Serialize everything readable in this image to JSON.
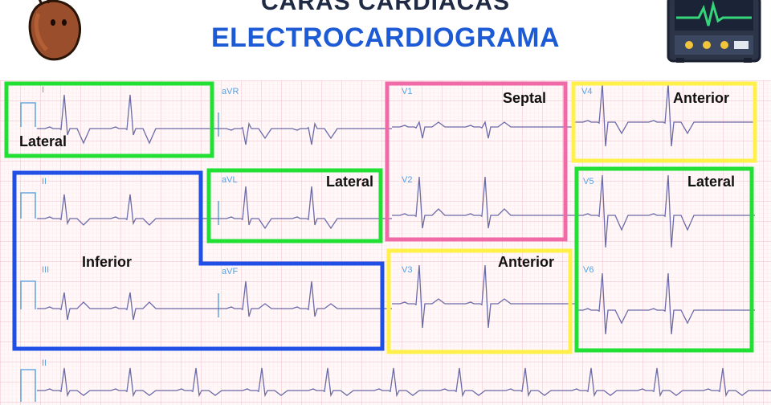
{
  "header": {
    "title_top": "CARAS CARDIACAS",
    "title_main": "ELECTROCARDIOGRAMA"
  },
  "leads": {
    "I": "I",
    "aVR": "aVR",
    "V1": "V1",
    "V4": "V4",
    "II": "II",
    "aVL": "aVL",
    "V2": "V2",
    "V5": "V5",
    "III": "III",
    "aVF": "aVF",
    "V3": "V3",
    "V6": "V6",
    "rhythm": "II"
  },
  "regions": {
    "lateral_I": "Lateral",
    "inferior": "Inferior",
    "lateral_aVL": "Lateral",
    "septal": "Septal",
    "anterior_V4": "Anterior",
    "anterior_V3": "Anterior",
    "lateral_V5V6": "Lateral"
  },
  "colors": {
    "title": "#1d5ad6",
    "lateral": "#22e033",
    "inferior": "#1f4fe6",
    "septal": "#f06aa8",
    "anterior": "#fff04a",
    "grid_major": "#f3bcc4",
    "grid_minor": "#fbe3e6",
    "trace": "#6a6aa8"
  },
  "icons": {
    "left": "heart-character-icon",
    "right": "ecg-monitor-icon"
  }
}
